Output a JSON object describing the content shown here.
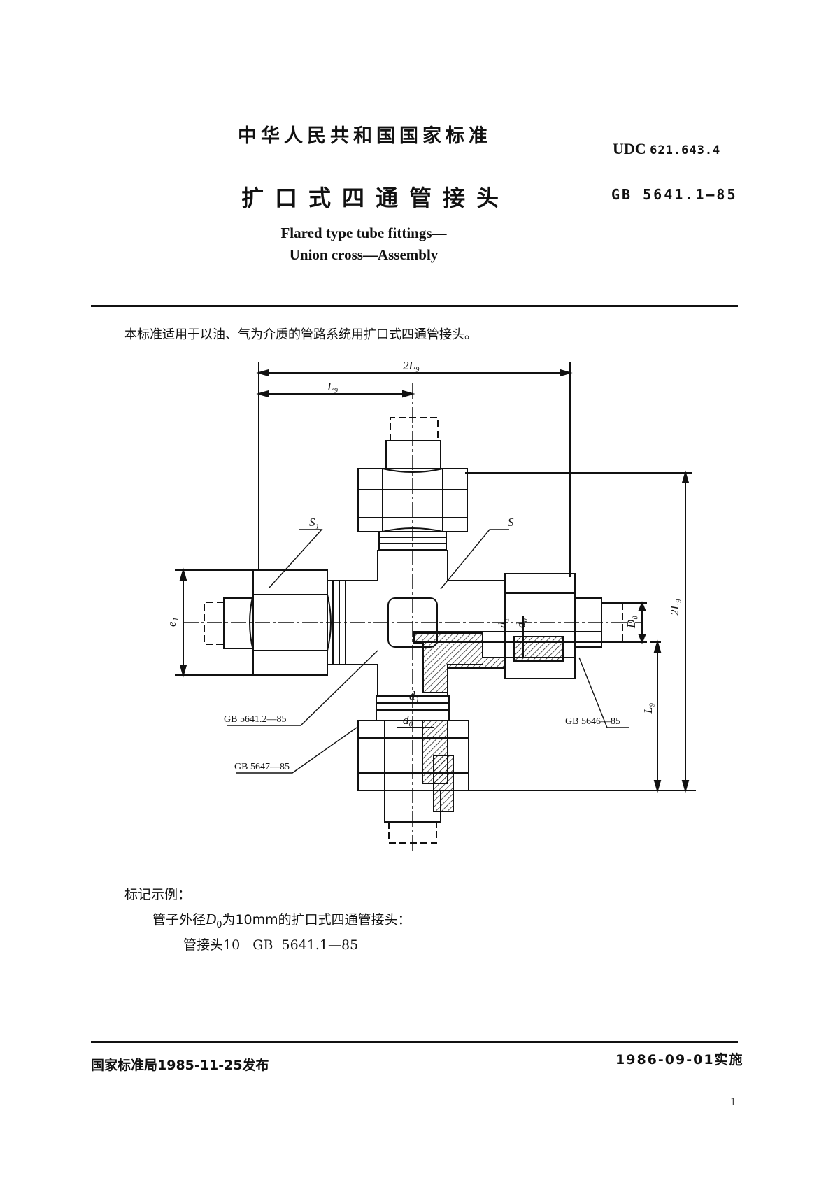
{
  "header": {
    "country_standard": "中华人民共和国国家标准",
    "udc_label": "UDC",
    "udc_number": "621.643.4",
    "title_cn": "扩口式四通管接头",
    "gb_code": "GB 5641.1—85",
    "title_en_line1": "Flared type tube fittings—",
    "title_en_line2": "Union cross—Assembly"
  },
  "scope_text": "本标准适用于以油、气为介质的管路系统用扩口式四通管接头。",
  "drawing": {
    "labels": {
      "two_l9": "2L₉",
      "l9_top": "L₉",
      "s1": "S₁",
      "s": "S",
      "e1": "e₁",
      "d1_right": "d₁",
      "d0_right": "d₀",
      "D0": "D₀",
      "two_l9_vertical": "2L₉",
      "l9_vertical": "L₉",
      "d1_bottom": "d₁",
      "d0_bottom": "d₀",
      "ref_5641_2": "GB  5641.2—85",
      "ref_5647": "GB  5647—85",
      "ref_5646": "GB  5646—85"
    }
  },
  "example": {
    "heading": "标记示例：",
    "line1_pre": "管子外径",
    "line1_var": "D",
    "line1_sub": "0",
    "line1_post": "为10mm的扩口式四通管接头：",
    "line2": "管接头10   GB  5641.1—85"
  },
  "footer": {
    "issued": "国家标准局1985-11-25发布",
    "effective": "1986-09-01实施",
    "page_number": "1"
  }
}
